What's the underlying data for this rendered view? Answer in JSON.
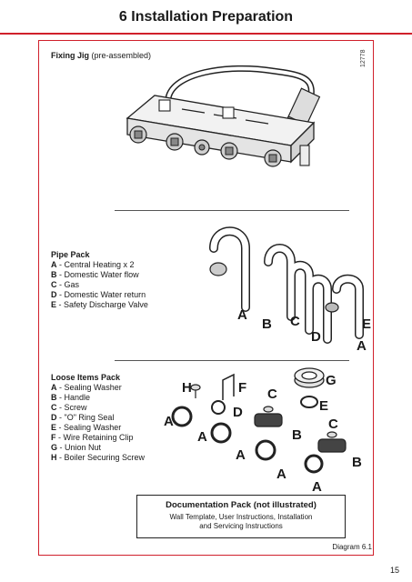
{
  "header": {
    "title": "6 Installation Preparation"
  },
  "fixing_jig": {
    "label": "Fixing Jig",
    "note": "(pre-assembled)",
    "code": "12778"
  },
  "pipe_pack": {
    "title": "Pipe Pack",
    "items": [
      {
        "key": "A",
        "text": " - Central Heating x 2"
      },
      {
        "key": "B",
        "text": " - Domestic Water flow"
      },
      {
        "key": "C",
        "text": " - Gas"
      },
      {
        "key": "D",
        "text": " - Domestic Water return"
      },
      {
        "key": "E",
        "text": " - Safety Discharge Valve"
      }
    ],
    "letters": [
      "A",
      "B",
      "C",
      "D",
      "E",
      "A"
    ]
  },
  "loose_items": {
    "title": "Loose Items Pack",
    "items": [
      {
        "key": "A",
        "text": " - Sealing Washer"
      },
      {
        "key": "B",
        "text": " - Handle"
      },
      {
        "key": "C",
        "text": " - Screw"
      },
      {
        "key": "D",
        "text": " - \"O\" Ring Seal"
      },
      {
        "key": "E",
        "text": " - Sealing Washer"
      },
      {
        "key": "F",
        "text": " - Wire Retaining Clip"
      },
      {
        "key": "G",
        "text": " - Union Nut"
      },
      {
        "key": "H",
        "text": " - Boiler Securing Screw"
      }
    ],
    "letters": [
      "H",
      "F",
      "C",
      "G",
      "D",
      "E",
      "A",
      "C",
      "A",
      "B",
      "A",
      "A",
      "B",
      "A"
    ]
  },
  "documentation": {
    "title": "Documentation Pack (not illustrated)",
    "line1": "Wall Template, User Instructions, Installation",
    "line2": "and Servicing Instructions"
  },
  "footer": {
    "diagram": "Diagram 6.1",
    "page": "15"
  }
}
